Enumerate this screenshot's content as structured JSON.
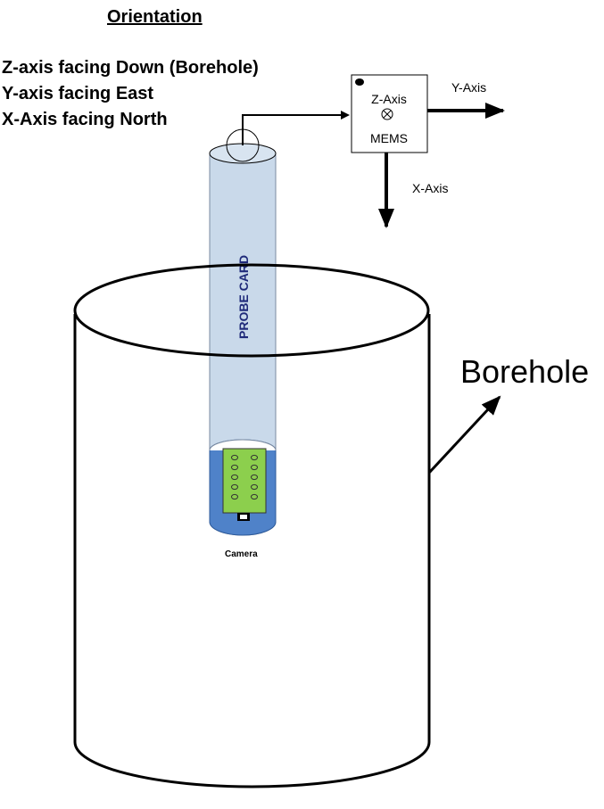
{
  "title": "Orientation",
  "orientation_lines": [
    "Z-axis facing Down (Borehole)",
    "Y-axis facing East",
    "X-Axis facing North"
  ],
  "mems": {
    "z_axis_label": "Z-Axis",
    "name": "MEMS"
  },
  "axes": {
    "y_label": "Y-Axis",
    "x_label": "X-Axis"
  },
  "probe": {
    "label": "PROBE CARD",
    "camera_label": "Camera"
  },
  "borehole": {
    "label": "Borehole"
  },
  "colors": {
    "probe_body": "#c9d9ea",
    "probe_tip": "#4f82c9",
    "board": "#8ccf4d",
    "probe_text": "#1f2a7a",
    "line": "#000000"
  }
}
